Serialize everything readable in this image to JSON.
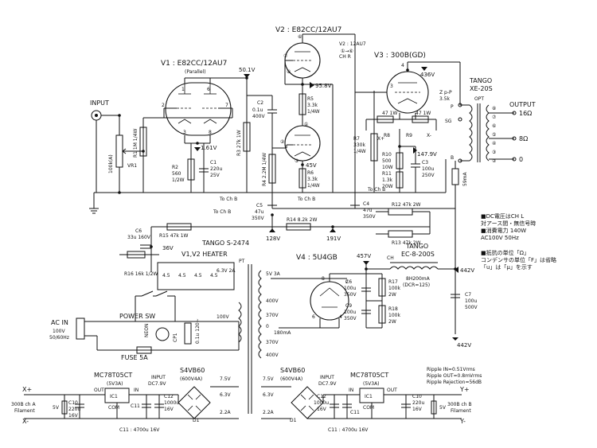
{
  "tubes": {
    "v1": {
      "title": "V1 : E82CC/12AU7",
      "sub": "(Parallel)"
    },
    "v2": {
      "title": "V2 : E82CC/12AU7",
      "note": "V2 : 12AU7",
      "note2": "CH R"
    },
    "v3": {
      "title": "V3 : 300B(GD)"
    },
    "v4": {
      "title": "V4 : 5U4GB"
    }
  },
  "input": {
    "label": "INPUT",
    "vr": "VR1",
    "vr_val": "100k(A)"
  },
  "resistors": {
    "r1": "R1 1M 1/4W",
    "r2": "R2 560 1/2W",
    "r3": "R3 27k 1W",
    "r4": "R4 2.2M 1/4W",
    "r5": "R5 3.3k 1/4W",
    "r6": "R6 3.3k 1/4W",
    "r7": "R7 330k 1/4W",
    "r8": "R8",
    "r9": "R9",
    "r8v": "47 1W",
    "r9v": "47 1W",
    "r10": "R10 500 10W",
    "r11": "R11 1.3k 20W",
    "r12": "R12 47k 2W",
    "r13": "R13 47k 2W",
    "r14": "R14 8.2k 2W",
    "r15": "R15 47k 1W",
    "r16": "R16 16k 1/2W",
    "r17": "R17 100k 2W",
    "r18": "R18 100k 2W"
  },
  "caps": {
    "c1": "C1 220u 25V",
    "c2": "C2 0.1u 400V",
    "c3": "C3 100u 250V",
    "c4": "C4 47u 350V",
    "c5": "C5 47u 350V",
    "c6": "C6 33u 160V",
    "c6b": "C6 100u 350V",
    "c7": "C7 100u 500V",
    "c9": "C9 100u 350V",
    "c10a": "C10 220u 16V",
    "c12a": "C12 1000u 16V",
    "c11a": "C11",
    "c11b": "C11",
    "c12b": "C12 1000u 16V",
    "c10b": "C10 220u 16V",
    "c11a_bot": "C11 : 4700u 16V",
    "c11b_bot": "C11 : 4700u 16V",
    "cpl": "0.1u 120~"
  },
  "voltages": {
    "v501": "50.1V",
    "v958": "95.8V",
    "v161": "1.61V",
    "v436": "436V",
    "v1479": "147.9V",
    "v45": "45V",
    "v36": "36V",
    "v128": "128V",
    "v191": "191V",
    "v457": "457V",
    "v442": "442V",
    "v442b": "442V"
  },
  "power": {
    "pt": "TANGO S-2474",
    "pt_tag": "PT",
    "heater": "V1,V2 HEATER",
    "ch_label": "CH",
    "ch_name": "TANGO",
    "ch_model": "EC-8-200S",
    "ch_spec": "8H200mA",
    "ch_dcr": "(DCR=125)",
    "opt_name": "TANGO",
    "opt_model": "XE-20S",
    "opt_tag": "OPT",
    "zp": "Z p-P",
    "zp_val": "3.5k",
    "out_label": "OUTPUT",
    "out16": "16Ω",
    "out8": "8Ω",
    "out0": "0",
    "current": "59mA",
    "sg": "SG",
    "p": "P",
    "b": "B",
    "acin": "AC IN",
    "acin_v": "100V",
    "acin_hz": "50/60Hz",
    "power_sw": "POWER SW",
    "neon": "NEON",
    "fuse": "FUSE 5A",
    "ff": "6.3V 2A",
    "tap_400": "400V",
    "tap_370": "370V",
    "tap_0": "0",
    "tap_370b": "370V",
    "tap_400b": "400V",
    "tap_180": "180mA",
    "tap_5v": "5V 3A",
    "tap_100": "100V",
    "tap_75": "7.5V",
    "tap_22": "2.2A",
    "tap_63": "6.3V",
    "tap_75b": "7.5V",
    "tap_63b": "6.3V",
    "tap_22b": "2.2A",
    "to_ch_b1": "To Ch B",
    "to_ch_b2": "To Ch B",
    "to_ch_b3": "To Ch B",
    "to_ch_b4": "To Ch B"
  },
  "regs": {
    "left": {
      "model": "MC78T05CT",
      "spec": "(5V3A)",
      "ic": "IC1",
      "in": "IN",
      "out": "OUT",
      "com": "COM",
      "input": "INPUT",
      "dc": "DC7.9V",
      "bridge": "S4VB60",
      "bridge_spec": "(600V4A)",
      "d": "D1",
      "xp": "X+",
      "xm": "X-",
      "fil": "300B ch A",
      "fil2": "Filament",
      "v5": "5V"
    },
    "right": {
      "model": "MC78T05CT",
      "spec": "(5V3A)",
      "ic": "IC1",
      "in": "IN",
      "out": "OUT",
      "com": "COM",
      "input": "INPUT",
      "dc": "DC7.9V",
      "bridge": "S4VB60",
      "bridge_spec": "(600V4A)",
      "d": "D1",
      "yp": "Y+",
      "ym": "Y-",
      "fil": "300B ch B",
      "fil2": "Filament",
      "v5": "5V"
    }
  },
  "ripple": {
    "l1": "Ripple IN=0.51Vrms",
    "l2": "Ripple OUT=0.8mVrms",
    "l3": "Ripple Rejection=56dB"
  },
  "notes": {
    "n1": "■DC電圧はCH L",
    "n2": "対アース間・無信号時",
    "n3": "■消費電力 140W",
    "n4": "AC100V 50Hz",
    "n5": "■抵抗の単位「Ω」",
    "n6": "コンデンサの単位「F」は省略",
    "n7": "「u」は「μ」を示す"
  },
  "pins": {
    "xp": "X+",
    "xm": "X-"
  }
}
